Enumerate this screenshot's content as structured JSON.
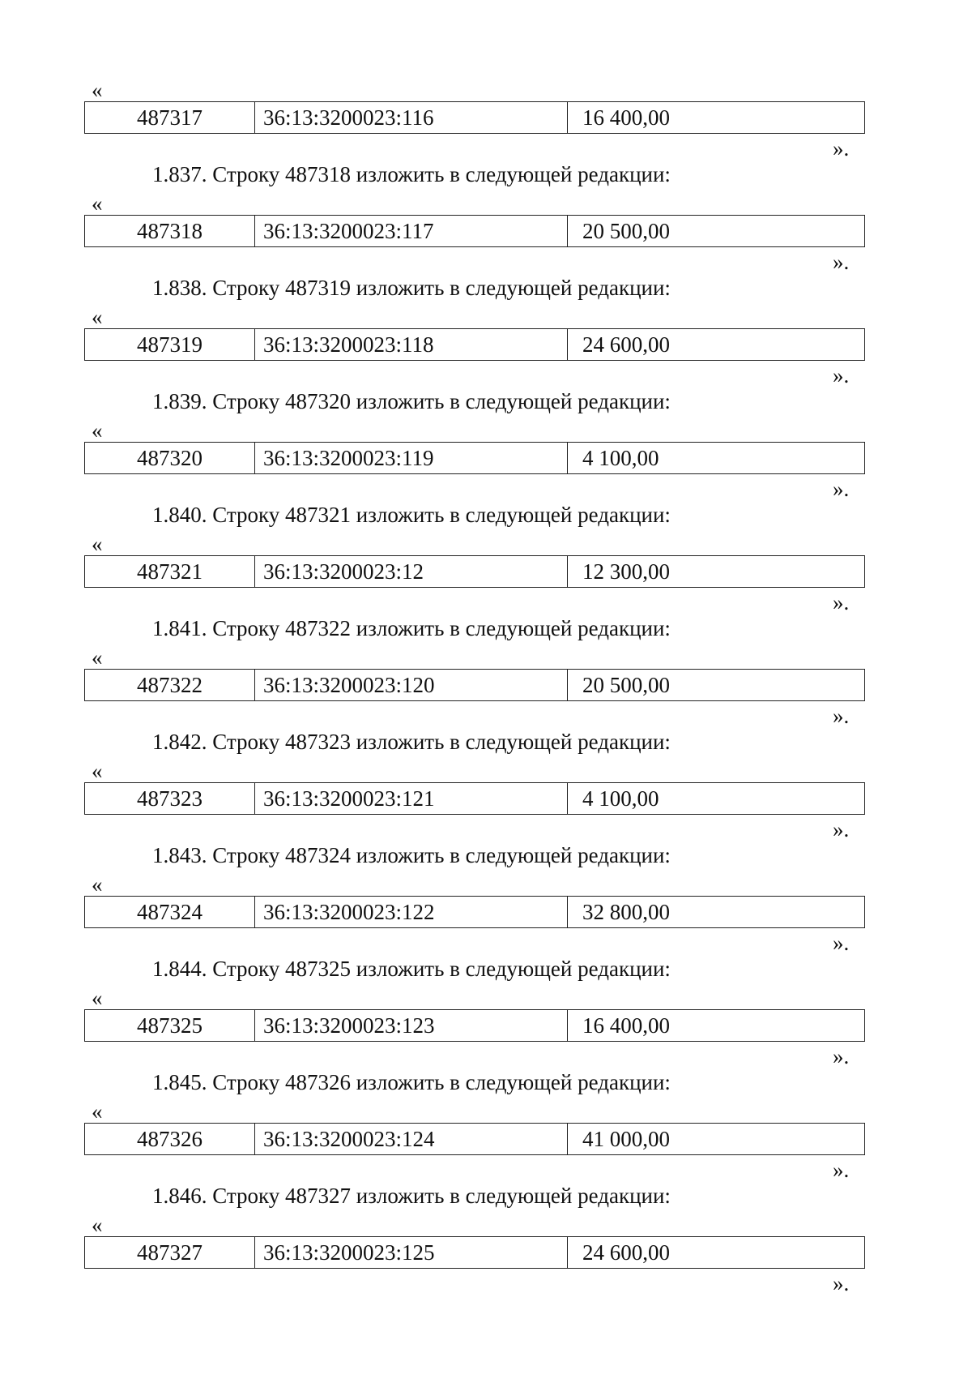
{
  "quotes": {
    "open": "«",
    "close": "»."
  },
  "blocks": [
    {
      "para": "",
      "id": "487317",
      "cadastral": "36:13:3200023:116",
      "value": "16 400,00"
    },
    {
      "para": "1.837. Строку 487318 изложить в следующей редакции:",
      "id": "487318",
      "cadastral": "36:13:3200023:117",
      "value": "20 500,00"
    },
    {
      "para": "1.838. Строку 487319 изложить в следующей редакции:",
      "id": "487319",
      "cadastral": "36:13:3200023:118",
      "value": "24 600,00"
    },
    {
      "para": "1.839. Строку 487320 изложить в следующей редакции:",
      "id": "487320",
      "cadastral": "36:13:3200023:119",
      "value": "4 100,00"
    },
    {
      "para": "1.840. Строку 487321 изложить в следующей редакции:",
      "id": "487321",
      "cadastral": "36:13:3200023:12",
      "value": "12 300,00"
    },
    {
      "para": "1.841. Строку 487322 изложить в следующей редакции:",
      "id": "487322",
      "cadastral": "36:13:3200023:120",
      "value": "20 500,00"
    },
    {
      "para": "1.842. Строку 487323 изложить в следующей редакции:",
      "id": "487323",
      "cadastral": "36:13:3200023:121",
      "value": "4 100,00"
    },
    {
      "para": "1.843. Строку 487324 изложить в следующей редакции:",
      "id": "487324",
      "cadastral": "36:13:3200023:122",
      "value": "32 800,00"
    },
    {
      "para": "1.844. Строку 487325 изложить в следующей редакции:",
      "id": "487325",
      "cadastral": "36:13:3200023:123",
      "value": "16 400,00"
    },
    {
      "para": "1.845. Строку 487326 изложить в следующей редакции:",
      "id": "487326",
      "cadastral": "36:13:3200023:124",
      "value": "41 000,00"
    },
    {
      "para": "1.846. Строку 487327 изложить в следующей редакции:",
      "id": "487327",
      "cadastral": "36:13:3200023:125",
      "value": "24 600,00"
    }
  ]
}
